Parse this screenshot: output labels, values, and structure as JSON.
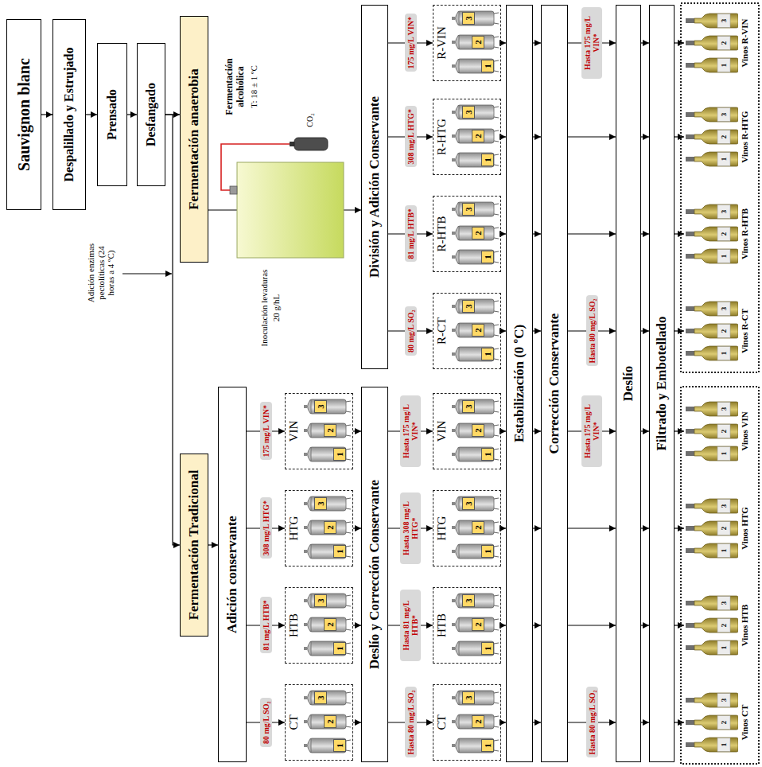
{
  "diagram": {
    "nodes": [
      {
        "text": [
          "Sauvignon blanc"
        ]
      },
      {
        "text": [
          "Despalillado y Estrujado"
        ]
      },
      {
        "text": [
          "Prensado"
        ]
      },
      {
        "text": [
          "Desfangado"
        ]
      },
      {
        "text": [
          "Fermentación Tradicional"
        ]
      },
      {
        "text": [
          "Fermentación anaerobia"
        ]
      },
      {
        "text": [
          "Adición conservante"
        ]
      },
      {
        "text": [
          "CT"
        ]
      },
      {
        "text": [
          "1"
        ],
        "in": 7
      },
      {
        "text": [
          "2"
        ],
        "in": 7
      },
      {
        "text": [
          "3"
        ],
        "in": 7
      },
      {
        "text": [
          "HTB"
        ]
      },
      {
        "text": [
          "1"
        ],
        "in": 11
      },
      {
        "text": [
          "2"
        ],
        "in": 11
      },
      {
        "text": [
          "3"
        ],
        "in": 11
      },
      {
        "text": [
          "HTG"
        ]
      },
      {
        "text": [
          "1"
        ],
        "in": 15
      },
      {
        "text": [
          "2"
        ],
        "in": 15
      },
      {
        "text": [
          "3"
        ],
        "in": 15
      },
      {
        "text": [
          "VIN"
        ]
      },
      {
        "text": [
          "1"
        ],
        "in": 19
      },
      {
        "text": [
          "2"
        ],
        "in": 19
      },
      {
        "text": [
          "3"
        ],
        "in": 19
      },
      {
        "text": [
          "Deslío y Corrección Conservante"
        ]
      },
      {
        "text": [
          "CT"
        ]
      },
      {
        "text": [
          "1"
        ],
        "in": 24
      },
      {
        "text": [
          "2"
        ],
        "in": 24
      },
      {
        "text": [
          "3"
        ],
        "in": 24
      },
      {
        "text": [
          "HTB"
        ]
      },
      {
        "text": [
          "1"
        ],
        "in": 28
      },
      {
        "text": [
          "2"
        ],
        "in": 28
      },
      {
        "text": [
          "3"
        ],
        "in": 28
      },
      {
        "text": [
          "HTG"
        ]
      },
      {
        "text": [
          "1"
        ],
        "in": 32
      },
      {
        "text": [
          "2"
        ],
        "in": 32
      },
      {
        "text": [
          "3"
        ],
        "in": 32
      },
      {
        "text": [
          "VIN"
        ]
      },
      {
        "text": [
          "1"
        ],
        "in": 36
      },
      {
        "text": [
          "2"
        ],
        "in": 36
      },
      {
        "text": [
          "3"
        ],
        "in": 36
      },
      {
        "text": [
          "División y Adición Conservante"
        ]
      },
      {
        "text": [
          "R-CT"
        ]
      },
      {
        "text": [
          "1"
        ],
        "in": 41
      },
      {
        "text": [
          "2"
        ],
        "in": 41
      },
      {
        "text": [
          "3"
        ],
        "in": 41
      },
      {
        "text": [
          "R-HTB"
        ]
      },
      {
        "text": [
          "1"
        ],
        "in": 45
      },
      {
        "text": [
          "2"
        ],
        "in": 45
      },
      {
        "text": [
          "3"
        ],
        "in": 45
      },
      {
        "text": [
          "R-HTG"
        ]
      },
      {
        "text": [
          "1"
        ],
        "in": 49
      },
      {
        "text": [
          "2"
        ],
        "in": 49
      },
      {
        "text": [
          "3"
        ],
        "in": 49
      },
      {
        "text": [
          "R-VIN"
        ]
      },
      {
        "text": [
          "1"
        ],
        "in": 53
      },
      {
        "text": [
          "2"
        ],
        "in": 53
      },
      {
        "text": [
          "3"
        ],
        "in": 53
      },
      {
        "text": [
          "Estabilización (0 ºC)"
        ]
      },
      {
        "text": [
          "Corrección Conservante"
        ]
      },
      {
        "text": [
          "Deslío"
        ]
      },
      {
        "text": [
          "Filtrado y Embotellado"
        ]
      },
      {
        "text": [
          "Vinos CT"
        ]
      },
      {
        "text": [
          "1"
        ],
        "in": 61
      },
      {
        "text": [
          "2"
        ],
        "in": 61
      },
      {
        "text": [
          "3"
        ],
        "in": 61
      },
      {
        "text": [
          "Vinos HTB"
        ]
      },
      {
        "text": [
          "1"
        ],
        "in": 65
      },
      {
        "text": [
          "2"
        ],
        "in": 65
      },
      {
        "text": [
          "3"
        ],
        "in": 65
      },
      {
        "text": [
          "Vinos HTG"
        ]
      },
      {
        "text": [
          "1"
        ],
        "in": 69
      },
      {
        "text": [
          "2"
        ],
        "in": 69
      },
      {
        "text": [
          "3"
        ],
        "in": 69
      },
      {
        "text": [
          "Vinos VIN"
        ]
      },
      {
        "text": [
          "1"
        ],
        "in": 73
      },
      {
        "text": [
          "2"
        ],
        "in": 73
      },
      {
        "text": [
          "3"
        ],
        "in": 73
      },
      {
        "text": [
          "Vinos R-CT"
        ]
      },
      {
        "text": [
          "1"
        ],
        "in": 77
      },
      {
        "text": [
          "2"
        ],
        "in": 77
      },
      {
        "text": [
          "3"
        ],
        "in": 77
      },
      {
        "text": [
          "Vinos R-HTB"
        ]
      },
      {
        "text": [
          "1"
        ],
        "in": 81
      },
      {
        "text": [
          "2"
        ],
        "in": 81
      },
      {
        "text": [
          "3"
        ],
        "in": 81
      },
      {
        "text": [
          "Vinos R-HTG"
        ]
      },
      {
        "text": [
          "1"
        ],
        "in": 85
      },
      {
        "text": [
          "2"
        ],
        "in": 85
      },
      {
        "text": [
          "3"
        ],
        "in": 85
      },
      {
        "text": [
          "Vinos R-VIN"
        ]
      },
      {
        "text": [
          "1"
        ],
        "in": 89
      },
      {
        "text": [
          "2"
        ],
        "in": 89
      },
      {
        "text": [
          "3"
        ],
        "in": 89
      }
    ],
    "edges": [
      {
        "from": 0,
        "to": 1,
        "arrow": "to"
      },
      {
        "from": 1,
        "to": 2,
        "arrow": "to"
      },
      {
        "from": 2,
        "to": 3,
        "arrow": "to"
      },
      {
        "from": 3,
        "to": 4,
        "arrow": "to"
      },
      {
        "from": 3,
        "to": 5,
        "arrow": "to"
      },
      {
        "from": 4,
        "to": 6,
        "arrow": "to"
      },
      {
        "from": 5,
        "to": 40,
        "arrow": "to"
      },
      {
        "from": 6,
        "to": 7,
        "label": "80 mg/L SO₂",
        "arrow": "to"
      },
      {
        "from": 6,
        "to": 11,
        "label": "81 mg/L HTB*",
        "arrow": "to"
      },
      {
        "from": 6,
        "to": 15,
        "label": "308 mg/L HTG*",
        "arrow": "to"
      },
      {
        "from": 6,
        "to": 19,
        "label": "175 mg/L VIN*",
        "arrow": "to"
      },
      {
        "from": 7,
        "to": 23,
        "arrow": "to"
      },
      {
        "from": 11,
        "to": 23,
        "arrow": "to"
      },
      {
        "from": 15,
        "to": 23,
        "arrow": "to"
      },
      {
        "from": 19,
        "to": 23,
        "arrow": "to"
      },
      {
        "from": 23,
        "to": 24,
        "label": "Hasta 80 mg/L SO₂",
        "arrow": "to"
      },
      {
        "from": 23,
        "to": 28,
        "label": "Hasta 81 mg/L HTB*",
        "arrow": "to"
      },
      {
        "from": 23,
        "to": 32,
        "label": "Hasta 308 mg/L HTG*",
        "arrow": "to"
      },
      {
        "from": 23,
        "to": 36,
        "label": "Hasta 175 mg/L VIN*",
        "arrow": "to"
      },
      {
        "from": 40,
        "to": 41,
        "label": "80 mg/L SO₂",
        "arrow": "to"
      },
      {
        "from": 40,
        "to": 45,
        "label": "81 mg/L HTB*",
        "arrow": "to"
      },
      {
        "from": 40,
        "to": 49,
        "label": "308 mg/L HTG*",
        "arrow": "to"
      },
      {
        "from": 40,
        "to": 53,
        "label": "175 mg/L VIN*",
        "arrow": "to"
      },
      {
        "from": 24,
        "to": 57,
        "arrow": "to"
      },
      {
        "from": 28,
        "to": 57,
        "arrow": "to"
      },
      {
        "from": 32,
        "to": 57,
        "arrow": "to"
      },
      {
        "from": 36,
        "to": 57,
        "arrow": "to"
      },
      {
        "from": 41,
        "to": 57,
        "arrow": "to"
      },
      {
        "from": 45,
        "to": 57,
        "arrow": "to"
      },
      {
        "from": 49,
        "to": 57,
        "arrow": "to"
      },
      {
        "from": 53,
        "to": 57,
        "arrow": "to"
      },
      {
        "from": 57,
        "to": 58,
        "arrow": "to"
      },
      {
        "from": 57,
        "to": 58,
        "arrow": "to"
      },
      {
        "from": 57,
        "to": 58,
        "arrow": "to"
      },
      {
        "from": 57,
        "to": 58,
        "arrow": "to"
      },
      {
        "from": 57,
        "to": 58,
        "arrow": "to"
      },
      {
        "from": 57,
        "to": 58,
        "arrow": "to"
      },
      {
        "from": 57,
        "to": 58,
        "arrow": "to"
      },
      {
        "from": 57,
        "to": 58,
        "arrow": "to"
      },
      {
        "from": 58,
        "to": 59,
        "label": "Hasta 80 mg/L SO₂",
        "arrow": "to"
      },
      {
        "from": 58,
        "to": 59,
        "arrow": "to"
      },
      {
        "from": 58,
        "to": 59,
        "arrow": "to"
      },
      {
        "from": 58,
        "to": 59,
        "label": "Hasta 175 mg/L VIN*",
        "arrow": "to"
      },
      {
        "from": 58,
        "to": 59,
        "label": "Hasta 80 mg/L SO₂",
        "arrow": "to"
      },
      {
        "from": 58,
        "to": 59,
        "arrow": "to"
      },
      {
        "from": 58,
        "to": 59,
        "arrow": "to"
      },
      {
        "from": 58,
        "to": 59,
        "label": "Hasta 175 mg/L VIN*",
        "arrow": "to"
      },
      {
        "from": 59,
        "to": 60,
        "arrow": "to"
      },
      {
        "from": 59,
        "to": 60,
        "arrow": "to"
      },
      {
        "from": 59,
        "to": 60,
        "arrow": "to"
      },
      {
        "from": 59,
        "to": 60,
        "arrow": "to"
      },
      {
        "from": 59,
        "to": 60,
        "arrow": "to"
      },
      {
        "from": 59,
        "to": 60,
        "arrow": "to"
      },
      {
        "from": 59,
        "to": 60,
        "arrow": "to"
      },
      {
        "from": 59,
        "to": 60,
        "arrow": "to"
      },
      {
        "from": 60,
        "to": 61,
        "arrow": "to"
      },
      {
        "from": 60,
        "to": 65,
        "arrow": "to"
      },
      {
        "from": 60,
        "to": 69,
        "arrow": "to"
      },
      {
        "from": 60,
        "to": 73,
        "arrow": "to"
      },
      {
        "from": 60,
        "to": 77,
        "arrow": "to"
      },
      {
        "from": 60,
        "to": 81,
        "arrow": "to"
      },
      {
        "from": 60,
        "to": 85,
        "arrow": "to"
      },
      {
        "from": 60,
        "to": 89,
        "arrow": "to"
      }
    ],
    "labels": [
      "Adición enzimas pectolíticas (24 horas a 4 ºC)",
      "Fermentación alcohólica",
      "T: 18 ± 1 ºC",
      "CO₂",
      "Inoculación levaduras",
      "20 g/hL"
    ]
  }
}
